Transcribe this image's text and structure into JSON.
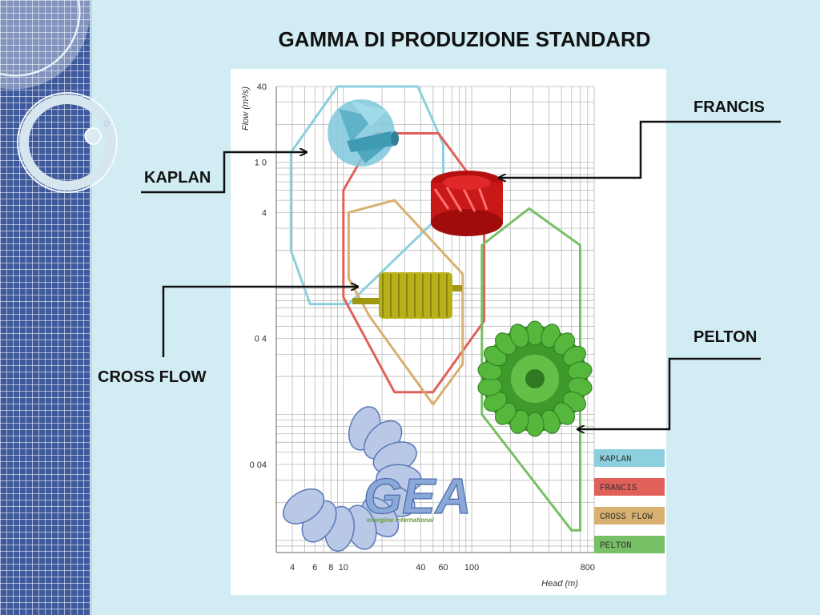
{
  "slide": {
    "title": "GAMMA DI PRODUZIONE STANDARD"
  },
  "callouts": {
    "kaplan": "KAPLAN",
    "francis": "FRANCIS",
    "cross_flow": "CROSS FLOW",
    "pelton": "PELTON"
  },
  "logo": {
    "text": "GEA",
    "subtitle": "energine international"
  },
  "colors": {
    "kaplan": "#8ccfdf",
    "francis": "#e0605a",
    "cross_flow": "#d8b070",
    "pelton": "#77c065",
    "sidebar": "#3f5a9c",
    "background": "#d2ecf4"
  },
  "chart_data": {
    "type": "area",
    "xlabel": "Head (m)",
    "ylabel": "Flow (m³/s)",
    "x_scale": "log",
    "y_scale": "log",
    "xlim": [
      3,
      900
    ],
    "ylim": [
      0.008,
      40
    ],
    "x_ticks": [
      "4",
      "6",
      "8",
      "10",
      "40",
      "60",
      "100",
      "800"
    ],
    "y_ticks": [
      "40",
      "4",
      "1 0",
      "0 4",
      "0 04"
    ],
    "legend": [
      "KAPLAN",
      "FRANCIS",
      "CROSS FLOW",
      "PELTON"
    ],
    "legend_position": "bottom-right",
    "grid": true,
    "series": [
      {
        "name": "KAPLAN",
        "polygon": [
          [
            3.9,
            12
          ],
          [
            9,
            40
          ],
          [
            38,
            40
          ],
          [
            60,
            14
          ],
          [
            60,
            4
          ],
          [
            11,
            0.75
          ],
          [
            5.5,
            0.75
          ],
          [
            3.9,
            2
          ]
        ]
      },
      {
        "name": "FRANCIS",
        "polygon": [
          [
            10,
            6
          ],
          [
            18,
            17
          ],
          [
            55,
            17
          ],
          [
            125,
            5.5
          ],
          [
            125,
            0.55
          ],
          [
            50,
            0.15
          ],
          [
            25,
            0.15
          ],
          [
            10,
            0.85
          ]
        ]
      },
      {
        "name": "CROSS FLOW",
        "polygon": [
          [
            11,
            4
          ],
          [
            25,
            5
          ],
          [
            85,
            1.3
          ],
          [
            85,
            0.25
          ],
          [
            50,
            0.12
          ],
          [
            16,
            0.6
          ],
          [
            11,
            1.2
          ]
        ]
      },
      {
        "name": "PELTON",
        "polygon": [
          [
            120,
            2.2
          ],
          [
            280,
            4.3
          ],
          [
            700,
            2.2
          ],
          [
            700,
            0.012
          ],
          [
            600,
            0.012
          ],
          [
            120,
            0.1
          ]
        ]
      }
    ]
  }
}
